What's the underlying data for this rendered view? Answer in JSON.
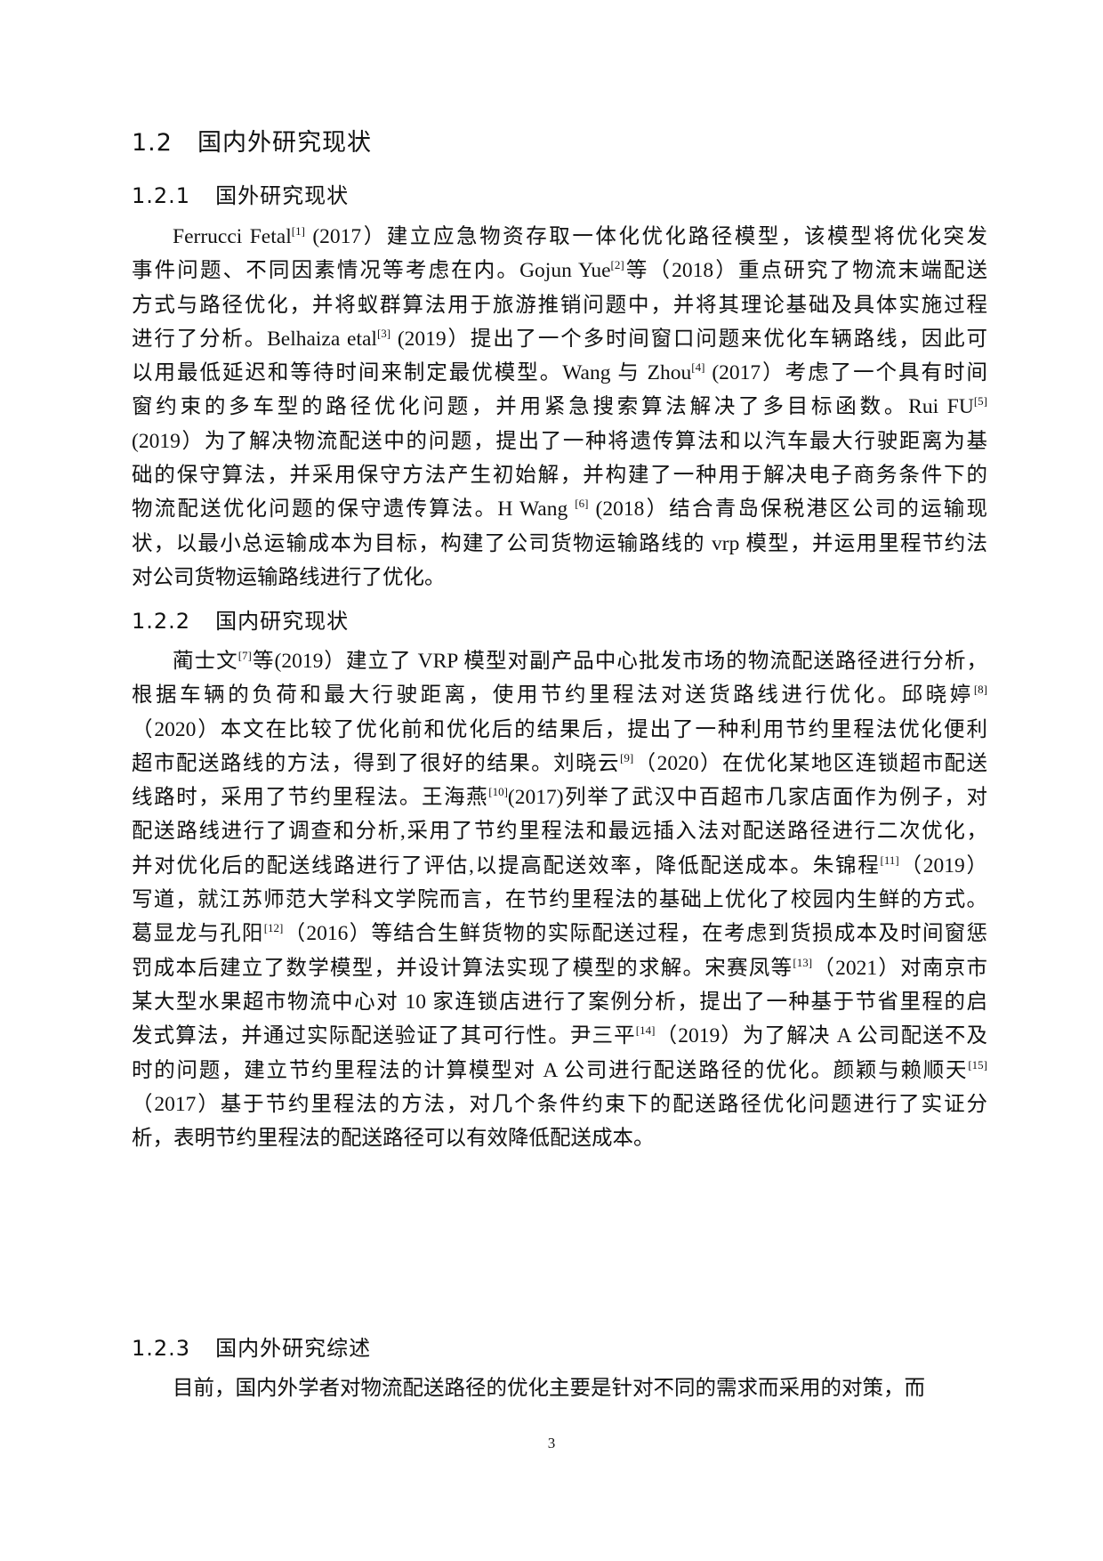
{
  "section": {
    "number": "1.2",
    "title": "国内外研究现状"
  },
  "subsections": [
    {
      "number": "1.2.1",
      "title": "国外研究现状",
      "lines": [
        [
          {
            "t": "Ferrucci Fetal"
          },
          {
            "s": "[1]"
          },
          {
            "t": " (2017）建立应急物资存取一体化优化路径模型，该模型将优化突发"
          }
        ],
        [
          {
            "t": "事件问题、不同因素情况等考虑在内。Gojun Yue"
          },
          {
            "s": "[2]"
          },
          {
            "t": "等（2018）重点研究了物流末端配送"
          }
        ],
        [
          {
            "t": "方式与路径优化，并将蚁群算法用于旅游推销问题中，并将其理论基础及具体实施过程"
          }
        ],
        [
          {
            "t": "进行了分析。Belhaiza etal"
          },
          {
            "s": "[3]"
          },
          {
            "t": " (2019）提出了一个多时间窗口问题来优化车辆路线，因此可"
          }
        ],
        [
          {
            "t": "以用最低延迟和等待时间来制定最优模型。Wang 与  Zhou"
          },
          {
            "s": "[4]"
          },
          {
            "t": " (2017）考虑了一个具有时间"
          }
        ],
        [
          {
            "t": "窗约束的多车型的路径优化问题，并用紧急搜索算法解决了多目标函数。Rui FU"
          },
          {
            "s": "[5]"
          }
        ],
        [
          {
            "t": "(2019）为了解决物流配送中的问题，提出了一种将遗传算法和以汽车最大行驶距离为基"
          }
        ],
        [
          {
            "t": "础的保守算法，并采用保守方法产生初始解，并构建了一种用于解决电子商务条件下的"
          }
        ],
        [
          {
            "t": "物流配送优化问题的保守遗传算法。H Wang "
          },
          {
            "s": "[6]"
          },
          {
            "t": " (2018）结合青岛保税港区公司的运输现"
          }
        ],
        [
          {
            "t": "状，以最小总运输成本为目标，构建了公司货物运输路线的 vrp 模型，并运用里程节约法"
          }
        ],
        [
          {
            "t": "对公司货物运输路线进行了优化。"
          }
        ]
      ]
    },
    {
      "number": "1.2.2",
      "title": "国内研究现状",
      "lines": [
        [
          {
            "t": "蔺士文"
          },
          {
            "s": "[7]"
          },
          {
            "t": "等(2019）建立了 VRP 模型对副产品中心批发市场的物流配送路径进行分析，"
          }
        ],
        [
          {
            "t": "根据车辆的负荷和最大行驶距离，使用节约里程法对送货路线进行优化。邱晓婷"
          },
          {
            "s": "[8]"
          }
        ],
        [
          {
            "t": "（2020）本文在比较了优化前和优化后的结果后，提出了一种利用节约里程法优化便利"
          }
        ],
        [
          {
            "t": "超市配送路线的方法，得到了很好的结果。刘晓云"
          },
          {
            "s": "[9]"
          },
          {
            "t": "（2020）在优化某地区连锁超市配送"
          }
        ],
        [
          {
            "t": "线路时，采用了节约里程法。王海燕"
          },
          {
            "s": "[10]"
          },
          {
            "t": "(2017)列举了武汉中百超市几家店面作为例子，对"
          }
        ],
        [
          {
            "t": "配送路线进行了调查和分析,采用了节约里程法和最远插入法对配送路径进行二次优化，"
          }
        ],
        [
          {
            "t": "并对优化后的配送线路进行了评估,以提高配送效率，降低配送成本。朱锦程"
          },
          {
            "s": "[11]"
          },
          {
            "t": "（2019）"
          }
        ],
        [
          {
            "t": "写道，就江苏师范大学科文学院而言，在节约里程法的基础上优化了校园内生鲜的方式。"
          }
        ],
        [
          {
            "t": "葛显龙与孔阳"
          },
          {
            "s": "[12]"
          },
          {
            "t": "（2016）等结合生鲜货物的实际配送过程，在考虑到货损成本及时间窗惩"
          }
        ],
        [
          {
            "t": "罚成本后建立了数学模型，并设计算法实现了模型的求解。宋赛凤等"
          },
          {
            "s": "[13]"
          },
          {
            "t": "（2021）对南京市"
          }
        ],
        [
          {
            "t": "某大型水果超市物流中心对 10 家连锁店进行了案例分析，提出了一种基于节省里程的启"
          }
        ],
        [
          {
            "t": "发式算法，并通过实际配送验证了其可行性。尹三平"
          },
          {
            "s": "[14]"
          },
          {
            "t": "（2019）为了解决 A 公司配送不及"
          }
        ],
        [
          {
            "t": "时的问题，建立节约里程法的计算模型对 A 公司进行配送路径的优化。颜颖与赖顺天"
          },
          {
            "s": "[15]"
          }
        ],
        [
          {
            "t": "（2017）基于节约里程法的方法，对几个条件约束下的配送路径优化问题进行了实证分"
          }
        ],
        [
          {
            "t": "析，表明节约里程法的配送路径可以有效降低配送成本。"
          }
        ]
      ]
    },
    {
      "number": "1.2.3",
      "title": "国内外研究综述",
      "lines": [
        [
          {
            "t": "目前，国内外学者对物流配送路径的优化主要是针对不同的需求而采用的对策，而"
          }
        ]
      ]
    }
  ],
  "footer": {
    "page_number": "3"
  }
}
